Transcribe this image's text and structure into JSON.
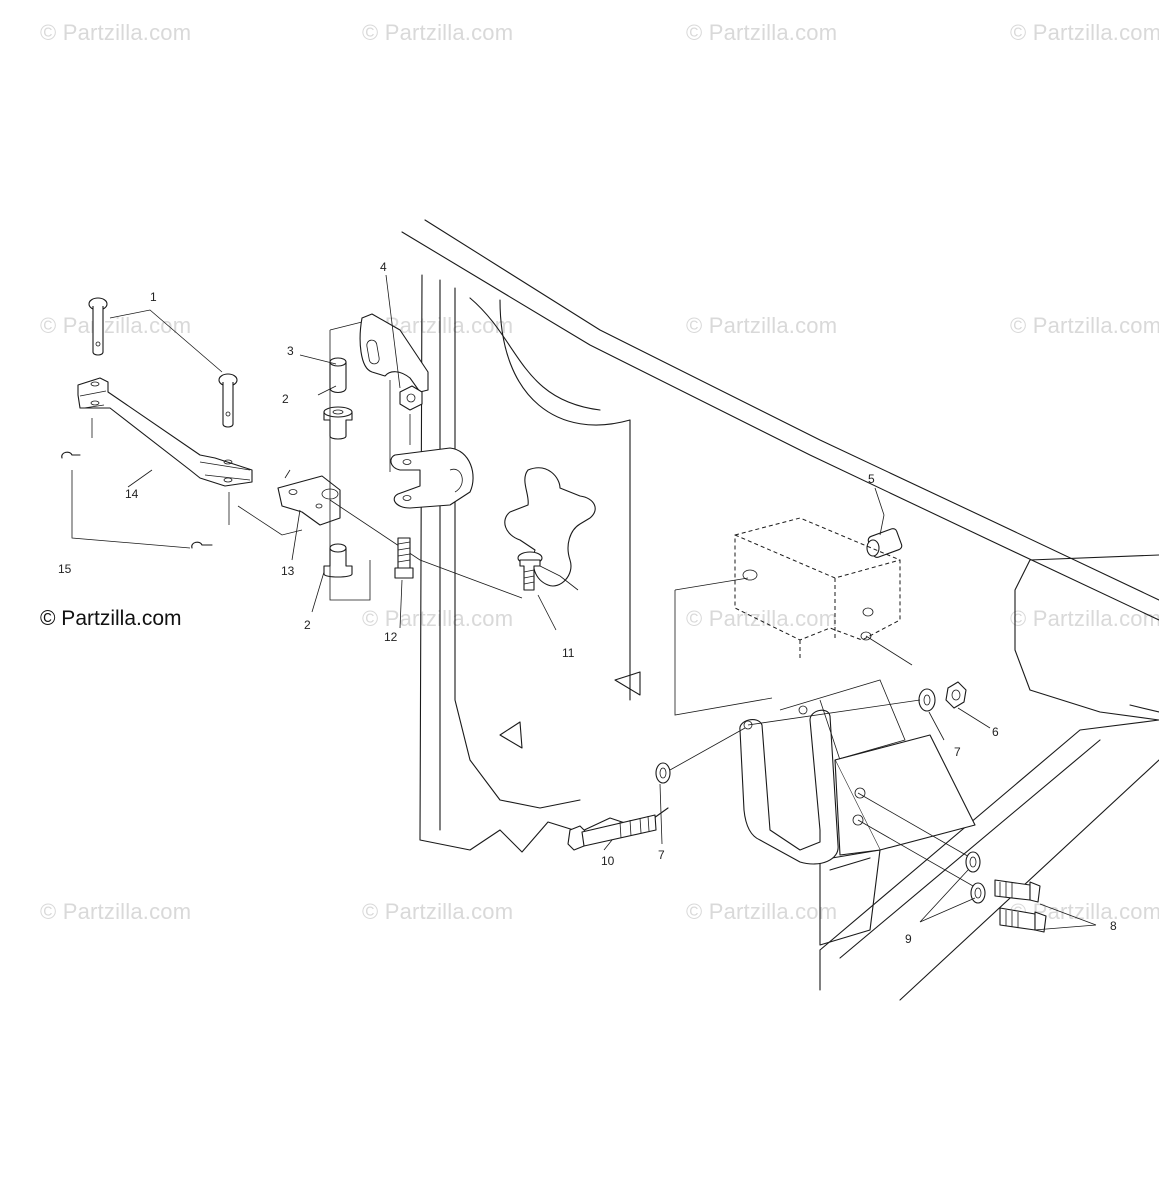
{
  "watermark": {
    "text": "© Partzilla.com"
  },
  "credit": {
    "text": "© Partzilla.com"
  },
  "callouts": {
    "c1": "1",
    "c2a": "2",
    "c2b": "2",
    "c3": "3",
    "c4": "4",
    "c5": "5",
    "c6": "6",
    "c7a": "7",
    "c7b": "7",
    "c8": "8",
    "c9": "9",
    "c10": "10",
    "c11": "11",
    "c12": "12",
    "c13": "13",
    "c14": "14",
    "c15": "15"
  },
  "colors": {
    "line": "#1a1a1a",
    "watermark": "#d9d9d9",
    "background": "#ffffff"
  }
}
